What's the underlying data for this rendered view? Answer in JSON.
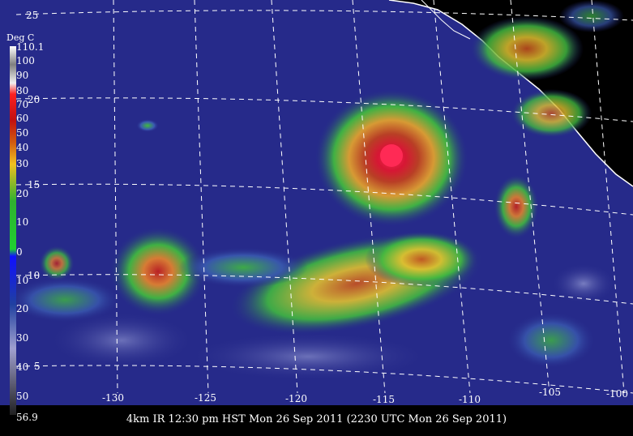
{
  "caption": "4km IR 12:30 pm HST Mon 26 Sep 2011 (2230 UTC Mon 26 Sep 2011)",
  "colorbar": {
    "units": "Deg C",
    "max_label": "110.1",
    "min_label": "56.9",
    "ticks": [
      "100",
      "90",
      "80",
      "70",
      "60",
      "50",
      "40",
      "30",
      "20",
      "10",
      "0",
      "10",
      "20",
      "30",
      "40",
      "50"
    ],
    "colors": [
      "#ffffff",
      "#9a9a9a",
      "#f0f0f0",
      "#ff2020",
      "#ff0060",
      "#c01010",
      "#d05a10",
      "#f08020",
      "#f0c020",
      "#30b030",
      "#20d030",
      "#1010ff",
      "#2040a0",
      "#8080c0",
      "#a0a0d0",
      "#303030"
    ]
  },
  "lat_labels": [
    "25",
    "20",
    "15",
    "10",
    "5"
  ],
  "lon_labels": [
    "-130",
    "-125",
    "-120",
    "-115",
    "-110",
    "-105",
    "-100"
  ],
  "colors": {
    "ocean": "#262a8a",
    "cloud_low": "#3dbb3d",
    "cloud_mid": "#e0c030",
    "cloud_high": "#d03020",
    "eye": "#ff2040",
    "coast": "#ffffff",
    "land": "#000000"
  }
}
